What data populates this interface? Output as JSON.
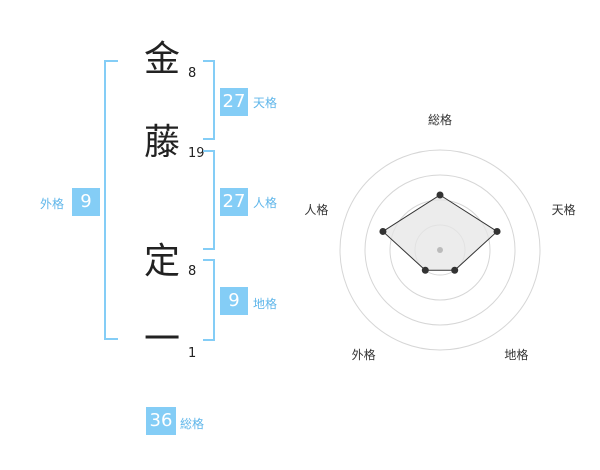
{
  "name_chars": [
    {
      "char": "金",
      "strokes": "8"
    },
    {
      "char": "藤",
      "strokes": "19"
    },
    {
      "char": "定",
      "strokes": "8"
    },
    {
      "char": "一",
      "strokes": "1"
    }
  ],
  "fortunes": {
    "tenkaku": {
      "value": "27",
      "label": "天格"
    },
    "jinkaku": {
      "value": "27",
      "label": "人格"
    },
    "chikaku": {
      "value": "9",
      "label": "地格"
    },
    "gaikaku": {
      "value": "9",
      "label": "外格"
    },
    "soukaku": {
      "value": "36",
      "label": "総格"
    }
  },
  "chart_data": {
    "type": "radar",
    "axes": [
      "総格",
      "天格",
      "地格",
      "外格",
      "人格"
    ],
    "values": [
      0.55,
      0.6,
      0.25,
      0.25,
      0.6
    ],
    "grid_levels": 4,
    "colors": {
      "fill": "#e6e6e6",
      "line": "#333333",
      "point": "#333333",
      "grid": "#d6d6d6",
      "center": "#bbbbbb"
    }
  },
  "colors": {
    "accent": "#84cdf6",
    "accent_text": "#5fb6ea"
  }
}
